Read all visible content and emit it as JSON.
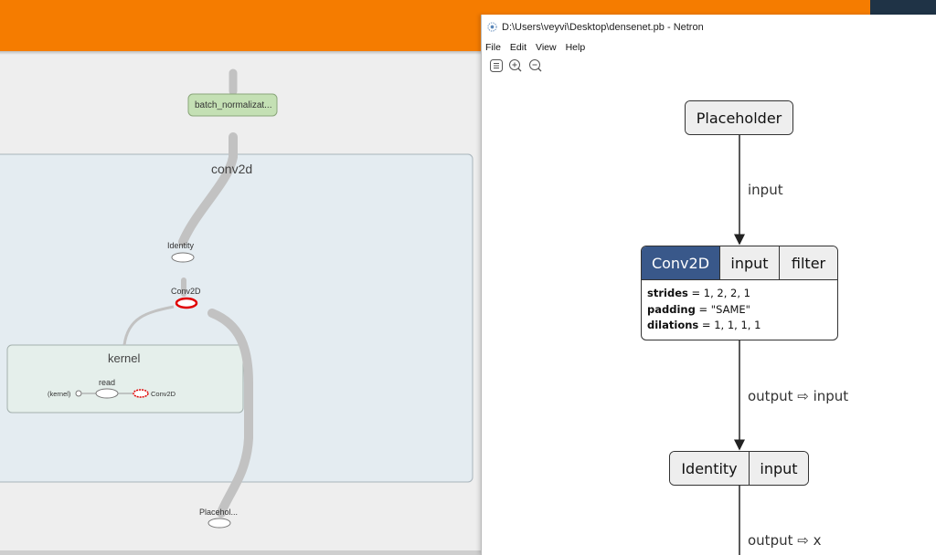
{
  "tensorboard": {
    "colors": {
      "header": "#f57c00",
      "background": "#eeeeee",
      "edge": "#bdbdbd",
      "highlight": "#e00000"
    },
    "nodes": {
      "batch_norm": "batch_normalizat...",
      "conv2d_group": "conv2d",
      "identity": "Identity",
      "conv2d_op": "Conv2D",
      "kernel_group": "kernel",
      "kernel_read": "read",
      "kernel_input": "(kernel)",
      "kernel_conv2d_ref": "Conv2D",
      "placeholder": "Placehol..."
    }
  },
  "netron": {
    "window_title": "D:\\Users\\veyvi\\Desktop\\densenet.pb - Netron",
    "menu": [
      "File",
      "Edit",
      "View",
      "Help"
    ],
    "toolbar_icons": [
      "sidebar-icon",
      "zoom-in-icon",
      "zoom-out-icon"
    ],
    "op_color": "#39588a",
    "graph": {
      "placeholder": {
        "label": "Placeholder"
      },
      "edge1": "input",
      "conv2d": {
        "op": "Conv2D",
        "inputs": [
          "input",
          "filter"
        ],
        "attributes": [
          {
            "name": "strides",
            "value": " = 1, 2, 2, 1"
          },
          {
            "name": "padding",
            "value": " = \"SAME\""
          },
          {
            "name": "dilations",
            "value": " = 1, 1, 1, 1"
          }
        ]
      },
      "edge2": "output ⇨ input",
      "identity": {
        "op": "Identity",
        "inputs": [
          "input"
        ]
      },
      "edge3": "output ⇨ x"
    }
  }
}
